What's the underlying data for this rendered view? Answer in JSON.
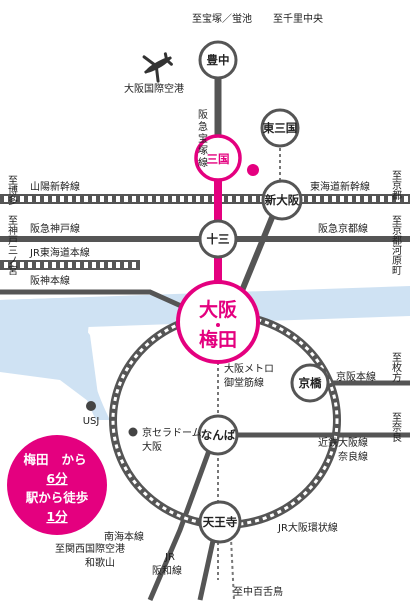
{
  "directions": {
    "takarazuka_hotarugaike": "至宝塚／蛍池",
    "senri_chuo": "至千里中央",
    "hakata": "至博多",
    "kobe_sannomiya": "至神戸三ノ宮",
    "kyoto": "至京都",
    "kyoto_kawaramachi": "至京都河原町",
    "hirakata": "至枚方",
    "nara": "至奈良",
    "kix_wakayama_1": "至関西国際空港",
    "kix_wakayama_2": "和歌山",
    "nakamozu": "至中百舌鳥"
  },
  "places": {
    "airport": "大阪国際空港",
    "usj": "USJ",
    "kyocera_1": "京セラドーム",
    "kyocera_2": "大阪"
  },
  "lines": {
    "hankyu_takarazuka": [
      "阪",
      "急",
      "宝",
      "塚",
      "線"
    ],
    "sanyo_shinkansen": "山陽新幹線",
    "tokaido_shinkansen": "東海道新幹線",
    "hankyu_kobe": "阪急神戸線",
    "hankyu_kyoto": "阪急京都線",
    "jr_tokaido": "JR東海道本線",
    "hanshin": "阪神本線",
    "keihan": "京阪本線",
    "midosuji_1": "大阪メトロ",
    "midosuji_2": "御堂筋線",
    "kintetsu_1": "近鉄大阪線",
    "kintetsu_2": "奈良線",
    "jr_loop": "JR大阪環状線",
    "nankai": "南海本線",
    "jr_hanwa_1": "JR",
    "jr_hanwa_2": "阪和線"
  },
  "stations": {
    "toyonaka": "豊中",
    "higashi_mikuni": "東三国",
    "mikuni": "三国",
    "shin_osaka": "新大阪",
    "juso": "十三",
    "osaka": "大阪",
    "umeda": "梅田",
    "kyobashi": "京橋",
    "namba": "なんば",
    "tennoji": "天王寺"
  },
  "badge": {
    "line1_a": "梅田",
    "line1_b": "から",
    "line2": "6分",
    "line3_a": "駅から徒歩",
    "line4": "1分"
  },
  "colors": {
    "accent": "#e4007f",
    "water": "#cfe2f3",
    "rail": "#555555",
    "station_fill": "#ffffff"
  }
}
